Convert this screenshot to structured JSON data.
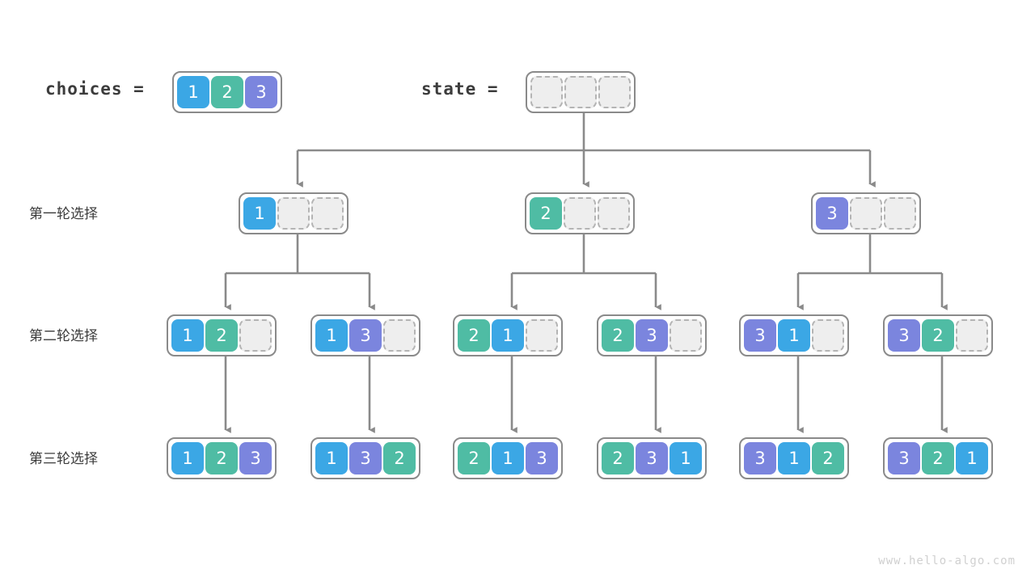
{
  "diagram": {
    "title": "Permutation backtracking tree",
    "watermark": "www.hello-algo.com",
    "colors": {
      "one": "#3BA7E5",
      "two": "#4FBCA4",
      "three": "#7B85DE",
      "empty_fill": "#EEEEEE",
      "empty_border": "#B4B4B4",
      "box_border": "#8A8A8A",
      "wire": "#8A8A8A",
      "text": "#3C3C3C",
      "watermark": "#D0D0D0"
    },
    "legend": {
      "choices_label": "choices  =",
      "state_label": "state  =",
      "choices_cells": [
        "1",
        "2",
        "3"
      ],
      "state_cells": [
        "",
        "",
        ""
      ]
    },
    "row_labels": [
      "第一轮选择",
      "第二轮选择",
      "第三轮选择"
    ],
    "rows": [
      {
        "label": "第一轮选择",
        "nodes": [
          {
            "cells": [
              "1",
              "",
              ""
            ]
          },
          {
            "cells": [
              "2",
              "",
              ""
            ]
          },
          {
            "cells": [
              "3",
              "",
              ""
            ]
          }
        ]
      },
      {
        "label": "第二轮选择",
        "nodes": [
          {
            "cells": [
              "1",
              "2",
              ""
            ]
          },
          {
            "cells": [
              "1",
              "3",
              ""
            ]
          },
          {
            "cells": [
              "2",
              "1",
              ""
            ]
          },
          {
            "cells": [
              "2",
              "3",
              ""
            ]
          },
          {
            "cells": [
              "3",
              "1",
              ""
            ]
          },
          {
            "cells": [
              "3",
              "2",
              ""
            ]
          }
        ]
      },
      {
        "label": "第三轮选择",
        "nodes": [
          {
            "cells": [
              "1",
              "2",
              "3"
            ]
          },
          {
            "cells": [
              "1",
              "3",
              "2"
            ]
          },
          {
            "cells": [
              "2",
              "1",
              "3"
            ]
          },
          {
            "cells": [
              "2",
              "3",
              "1"
            ]
          },
          {
            "cells": [
              "3",
              "1",
              "2"
            ]
          },
          {
            "cells": [
              "3",
              "2",
              "1"
            ]
          }
        ]
      }
    ]
  }
}
